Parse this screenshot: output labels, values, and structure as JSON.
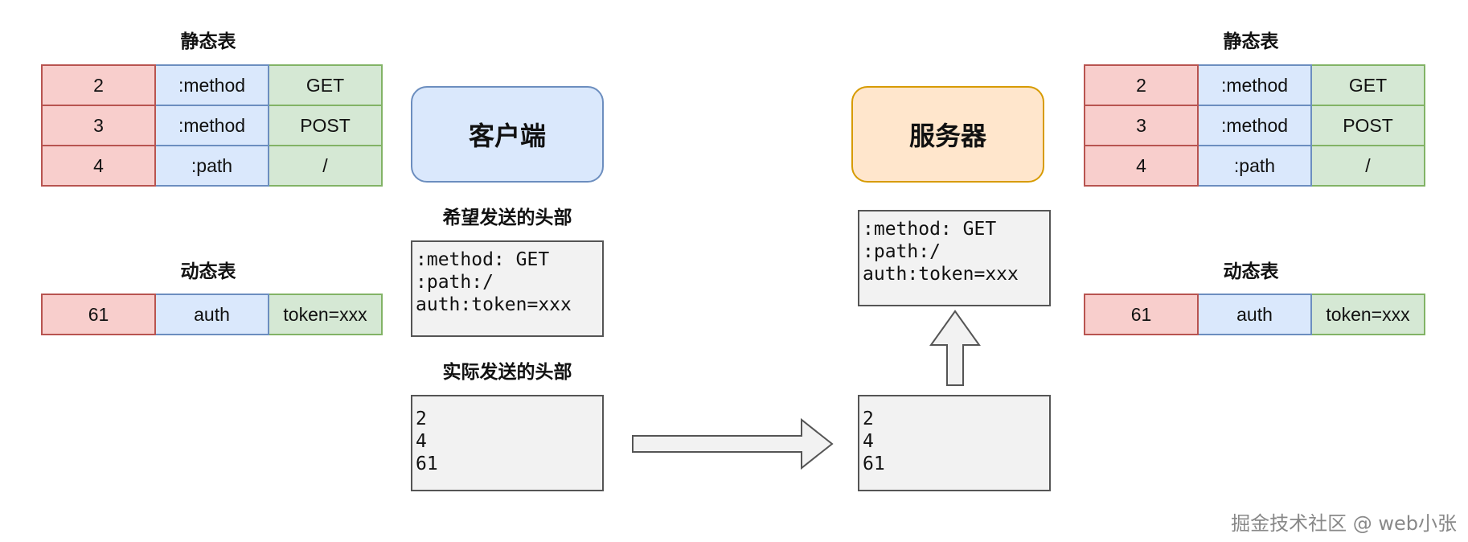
{
  "left": {
    "static_title": "静态表",
    "static_rows": [
      {
        "idx": "2",
        "name": ":method",
        "val": "GET"
      },
      {
        "idx": "3",
        "name": ":method",
        "val": "POST"
      },
      {
        "idx": "4",
        "name": ":path",
        "val": "/"
      }
    ],
    "dynamic_title": "动态表",
    "dynamic_rows": [
      {
        "idx": "61",
        "name": "auth",
        "val": "token=xxx"
      }
    ]
  },
  "right": {
    "static_title": "静态表",
    "static_rows": [
      {
        "idx": "2",
        "name": ":method",
        "val": "GET"
      },
      {
        "idx": "3",
        "name": ":method",
        "val": "POST"
      },
      {
        "idx": "4",
        "name": ":path",
        "val": "/"
      }
    ],
    "dynamic_title": "动态表",
    "dynamic_rows": [
      {
        "idx": "61",
        "name": "auth",
        "val": "token=xxx"
      }
    ]
  },
  "client": {
    "label": "客户端",
    "desired_label": "希望发送的头部",
    "desired_lines": [
      ":method: GET",
      ":path:/",
      "auth:token=xxx"
    ],
    "actual_label": "实际发送的头部",
    "actual_lines": [
      "2",
      "4",
      "61"
    ]
  },
  "server": {
    "label": "服务器",
    "received_lines": [
      "2",
      "4",
      "61"
    ],
    "decoded_lines": [
      ":method: GET",
      ":path:/",
      "auth:token=xxx"
    ]
  },
  "watermark": "掘金技术社区 @ web小张",
  "colors": {
    "index_fill": "#f8cecc",
    "index_stroke": "#b85450",
    "name_fill": "#dae8fc",
    "name_stroke": "#6c8ebf",
    "value_fill": "#d5e8d4",
    "value_stroke": "#82b366",
    "client_fill": "#dae8fc",
    "server_fill": "#ffe6cc",
    "server_stroke": "#d79b00"
  }
}
